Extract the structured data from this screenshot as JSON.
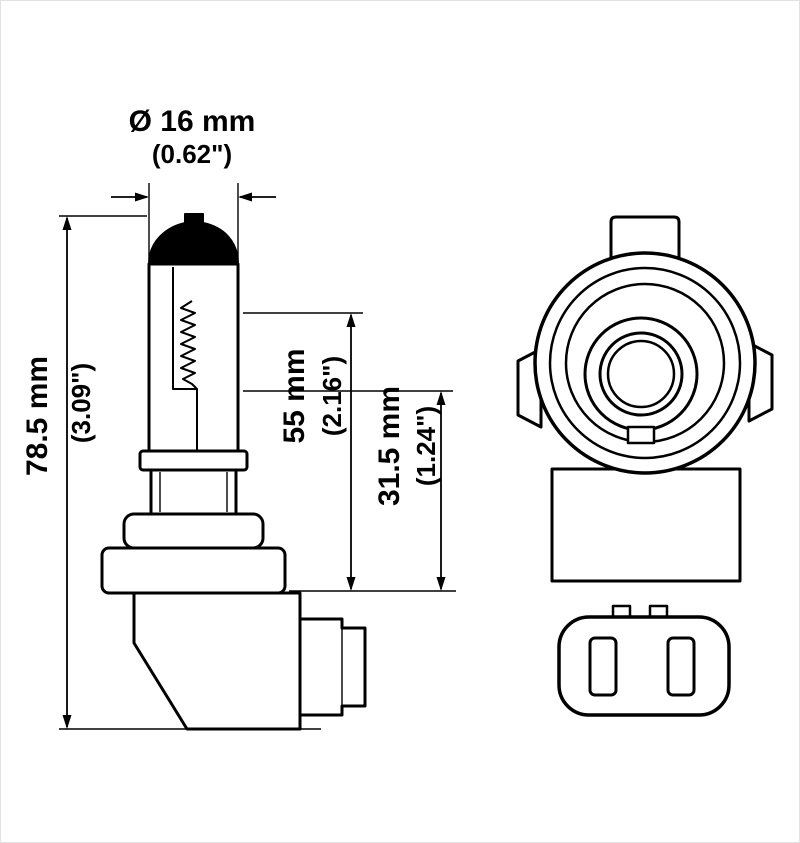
{
  "dims": {
    "diameter_mm": "Ø 16 mm",
    "diameter_in": "(0.62\")",
    "overall_mm": "78.5 mm",
    "overall_in": "(3.09\")",
    "bulb_mm": "55 mm",
    "bulb_in": "(2.16\")",
    "base_mm": "31.5 mm",
    "base_in": "(1.24\")"
  },
  "colors": {
    "line": "#000000",
    "background": "#ffffff"
  }
}
